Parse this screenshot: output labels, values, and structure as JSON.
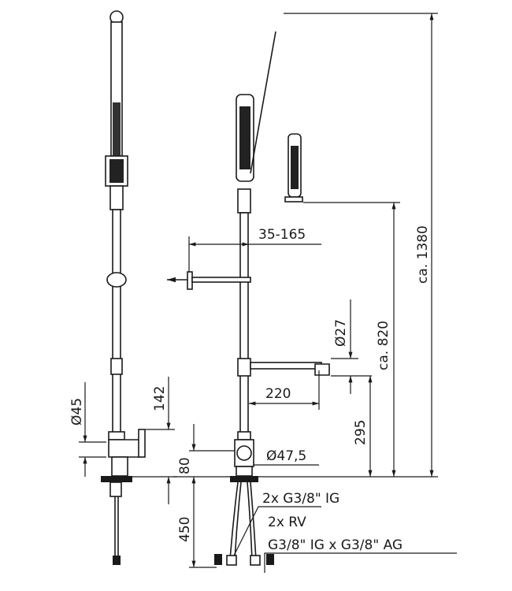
{
  "dimensions": {
    "reach": "35-165",
    "diameter_spout": "Ø27",
    "height_spray": "ca. 820",
    "height_total": "ca. 1380",
    "arm_length": "220",
    "arm_height": "295",
    "diameter_body": "Ø47,5",
    "diameter_left": "Ø45",
    "lever_height": "142",
    "base_height": "80",
    "hose_length": "450"
  },
  "callouts": {
    "connection": "2x G3/8\" IG",
    "valves": "2x RV",
    "adapter": "G3/8\" IG x G3/8\" AG"
  }
}
